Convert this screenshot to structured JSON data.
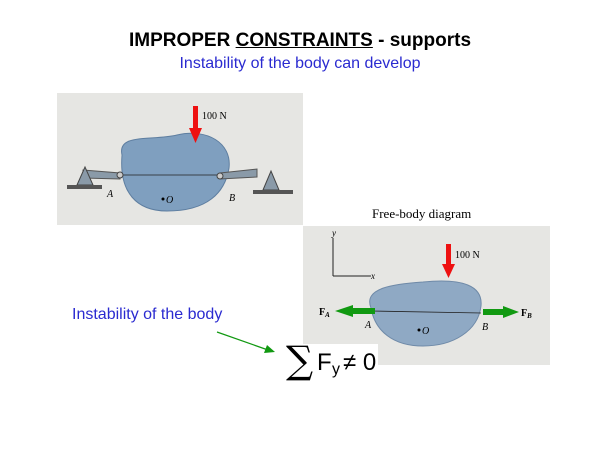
{
  "title": {
    "prefix": "IMPROPER ",
    "underlined": "CONSTRAINTS",
    "suffix": " - supports"
  },
  "subtitle": "Instability of the body can develop",
  "figure_top": {
    "load_label": "100 N",
    "point_a": "A",
    "point_b": "B",
    "point_o": "O"
  },
  "figure_fbd": {
    "caption": "Free-body diagram",
    "load_label": "100 N",
    "axis_x": "x",
    "axis_y": "y",
    "force_a": "F",
    "force_a_sub": "A",
    "force_b": "F",
    "force_b_sub": "B",
    "point_a": "A",
    "point_b": "B",
    "point_o": "O"
  },
  "note": "Instability of the body",
  "equation": {
    "sum": "∑",
    "f": "F",
    "sub": "y",
    "rel": "≠ 0"
  },
  "colors": {
    "body": "#7f9fbf",
    "load": "#ee1111",
    "force": "#119911",
    "note": "#2a2ad0"
  }
}
